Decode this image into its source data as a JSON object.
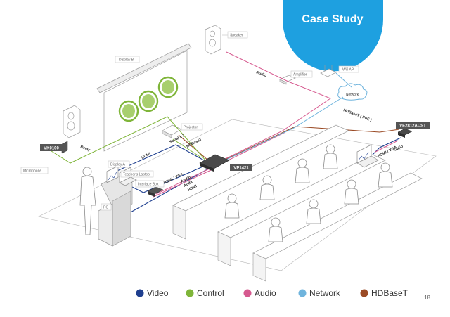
{
  "badge": {
    "title": "Case Study",
    "color": "#1ea0e0"
  },
  "page_number": "18",
  "devices": {
    "vp1421": "VP1421",
    "ve2812aust": "VE2812AUST",
    "vk0100": "VK0100"
  },
  "labels": {
    "display_b": "Display B",
    "display_a": "Display A",
    "speaker": "Speaker",
    "amplifier": "Amplifier",
    "wifi_ap": "Wifi AP",
    "network": "Network",
    "projector": "Projector",
    "microphone": "Microphone",
    "teachers_laptop": "Teacher's Laptop",
    "interface_box": "Interface Box",
    "pc": "PC"
  },
  "cables": {
    "audio_top": "Audio",
    "hdbaset_poe": "HDBaseT ( PoE )",
    "hdbaset": "HDBaseT",
    "relay": "Relay",
    "serial_x2": "Serial x 2",
    "hdmi_display_a": "HDMI",
    "hdmi_vga": "HDMI / VGA",
    "audio_1": "Audio",
    "audio_2": "Audio",
    "hdmi_pc": "HDMI",
    "hdmi_vga_right": "HDMI / VGA",
    "audio_right": "Audio"
  },
  "legend": [
    {
      "label": "Video",
      "color": "#1f3f8f"
    },
    {
      "label": "Control",
      "color": "#7fb539"
    },
    {
      "label": "Audio",
      "color": "#d6598f"
    },
    {
      "label": "Network",
      "color": "#6fb4dd"
    },
    {
      "label": "HDBaseT",
      "color": "#9a4a25"
    }
  ]
}
